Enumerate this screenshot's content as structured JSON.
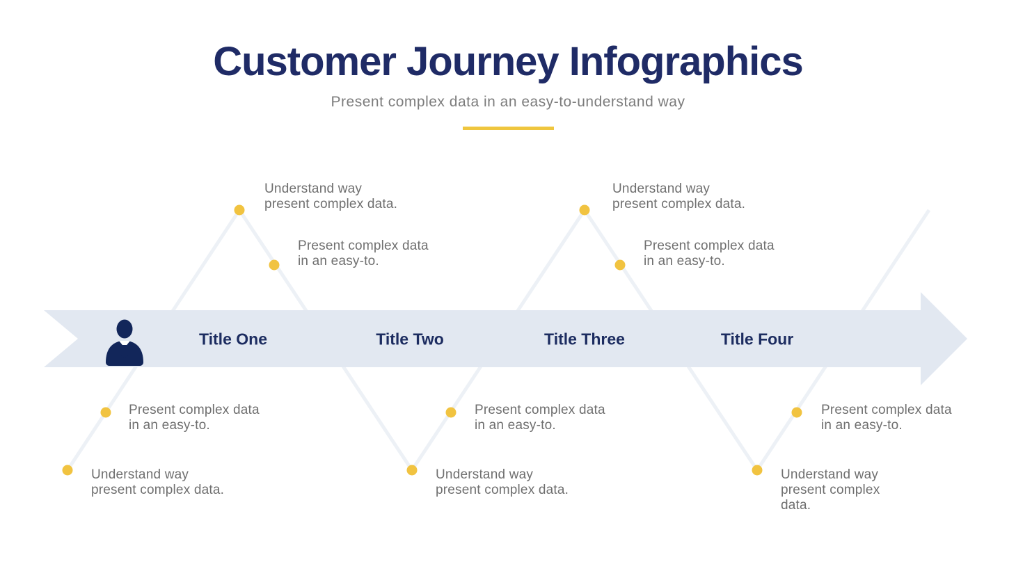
{
  "header": {
    "title": "Customer Journey Infographics",
    "subtitle": "Present complex data in an easy-to-understand way"
  },
  "timeline": {
    "titles": [
      "Title One",
      "Title Two",
      "Title Three",
      "Title Four"
    ],
    "start_icon": "businessman-icon"
  },
  "annotations": {
    "above": [
      "Understand way\npresent complex data.",
      "Present complex data\nin an easy-to.",
      "Understand way\npresent complex data.",
      "Present complex data\nin an easy-to."
    ],
    "below": [
      "Present complex data\nin an easy-to.",
      "Understand way\npresent complex data.",
      "Present complex data\nin an easy-to.",
      "Understand way\npresent complex data.",
      "Present complex data\nin an easy-to.",
      "Understand way\npresent complex\ndata."
    ]
  },
  "colors": {
    "navy": "#1F2B66",
    "band": "#E2E8F1",
    "accent_yellow": "#F1C340",
    "text_gray": "#6F6F6F",
    "path_line": "#EDF1F6"
  }
}
